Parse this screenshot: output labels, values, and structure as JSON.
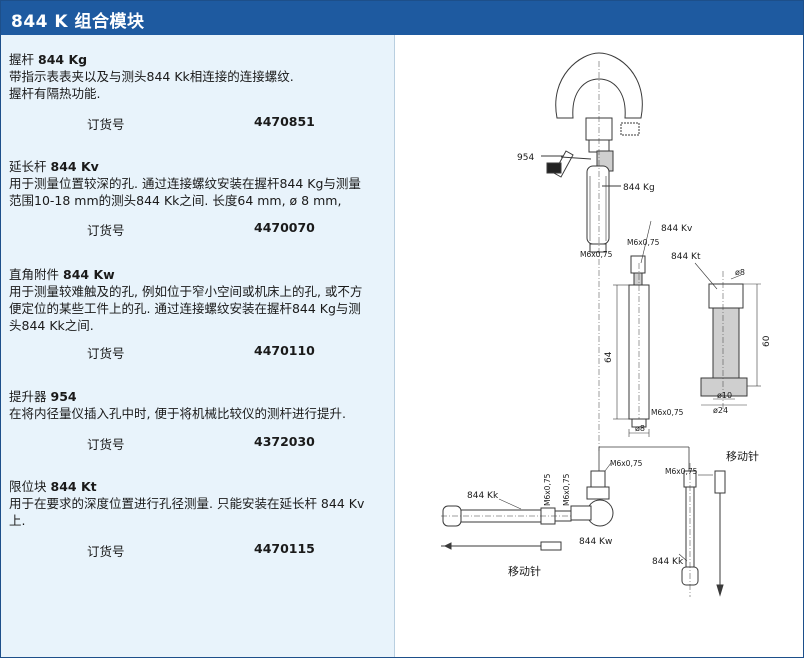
{
  "title": "844 K 组合模块",
  "products": [
    {
      "name_cn": "握杆",
      "name_model": "844 Kg",
      "desc_lines": [
        "带指示表表夹以及与测头844 Kk相连接的连接螺纹.",
        "握杆有隔热功能."
      ],
      "order_label": "订货号",
      "order_number": "4470851"
    },
    {
      "name_cn": "延长杆",
      "name_model": "844 Kv",
      "desc_lines": [
        "用于测量位置较深的孔. 通过连接螺纹安装在握杆844 Kg与测量",
        "范围10-18 mm的测头844 Kk之间. 长度64 mm, ø 8 mm,"
      ],
      "order_label": "订货号",
      "order_number": "4470070"
    },
    {
      "name_cn": "直角附件",
      "name_model": "844 Kw",
      "desc_lines": [
        "用于测量较难触及的孔, 例如位于窄小空间或机床上的孔, 或不方",
        "便定位的某些工件上的孔. 通过连接螺纹安装在握杆844 Kg与测",
        "头844 Kk之间."
      ],
      "order_label": "订货号",
      "order_number": "4470110"
    },
    {
      "name_cn": "提升器",
      "name_model": "954",
      "desc_lines": [
        "在将内径量仪插入孔中时, 便于将机械比较仪的测杆进行提升."
      ],
      "order_label": "订货号",
      "order_number": "4372030"
    },
    {
      "name_cn": "限位块",
      "name_model": "844 Kt",
      "desc_lines": [
        "用于在要求的深度位置进行孔径测量. 只能安装在延长杆 844 Kv",
        "上."
      ],
      "order_label": "订货号",
      "order_number": "4470115"
    }
  ],
  "drawing": {
    "labels": {
      "l954": "954",
      "l844kg": "844 Kg",
      "m6_top": "M6x0,75",
      "l844kv": "844 Kv",
      "m6_kv": "M6x0,75",
      "l844kt": "844 Kt",
      "dia8_kt": "ø8",
      "dim60": "60",
      "dim64": "64",
      "dia10": "ø10",
      "dia24": "ø24",
      "m6_kv_bottom": "M6x0,75",
      "dia8_kv": "ø8",
      "m6_kw_top": "M6x0,75",
      "move_pin_right": "移动针",
      "m6_kk_right": "M6x0,75",
      "l844kk_left": "844 Kk",
      "m6_vert1": "M6x0,75",
      "m6_vert2": "M6x0,75",
      "l844kw": "844 Kw",
      "move_pin_left": "移动针",
      "l844kk_right": "844 Kk"
    }
  },
  "colors": {
    "title_bg": "#1e5aa0",
    "left_bg": "#e8f3fb",
    "line": "#3a3a3a"
  }
}
